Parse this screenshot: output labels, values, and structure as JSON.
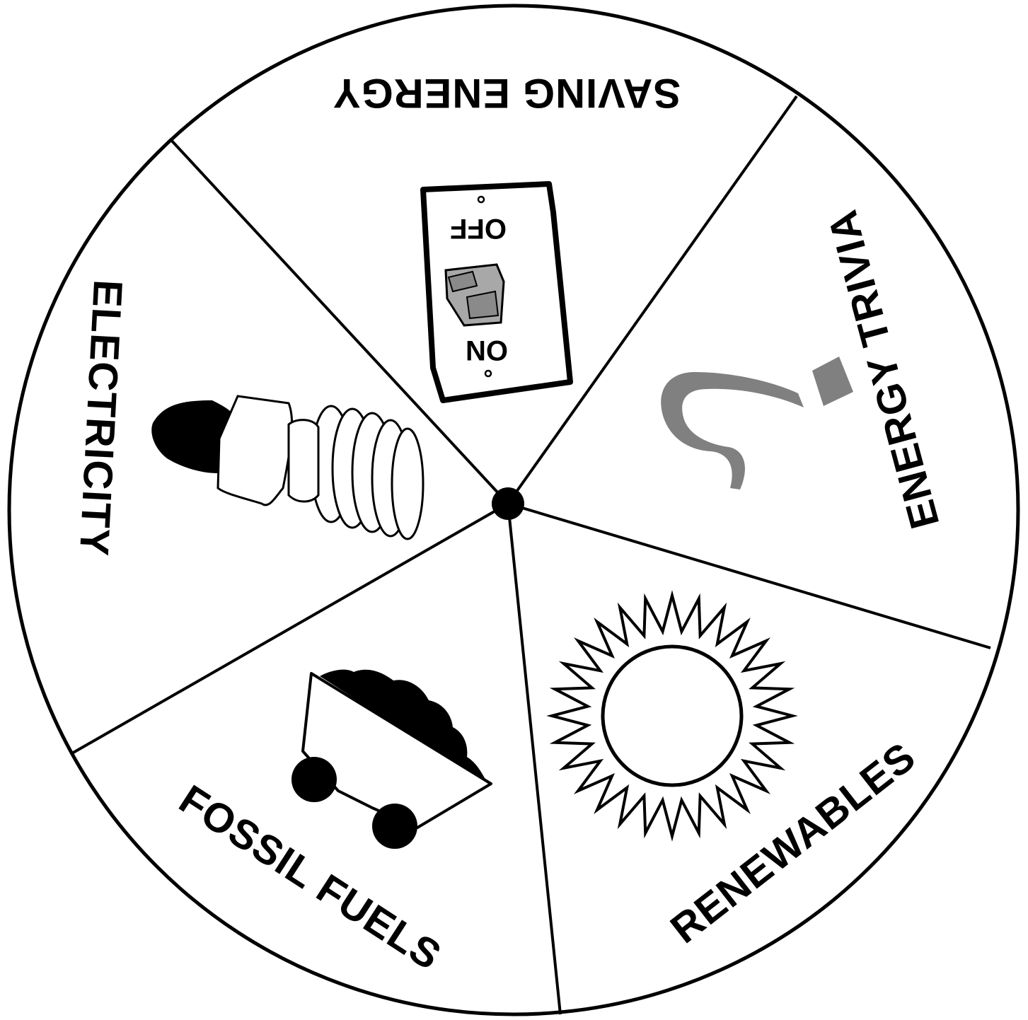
{
  "wheel": {
    "segments": [
      {
        "id": "saving-energy",
        "label": "SAVING ENERGY",
        "icon": "light-switch-icon"
      },
      {
        "id": "energy-trivia",
        "label": "ENERGY TRIVIA",
        "icon": "question-mark-icon"
      },
      {
        "id": "renewables",
        "label": "RENEWABLES",
        "icon": "sun-icon"
      },
      {
        "id": "fossil-fuels",
        "label": "FOSSIL FUELS",
        "icon": "coal-cart-icon"
      },
      {
        "id": "electricity",
        "label": "ELECTRICITY",
        "icon": "lightbulb-icon"
      }
    ],
    "switch": {
      "off_label": "OFF",
      "on_label": "ON"
    },
    "colors": {
      "ink": "#000000",
      "question_mark": "#808080",
      "switch_toggle": "#a0a0a0",
      "background": "#ffffff"
    }
  }
}
